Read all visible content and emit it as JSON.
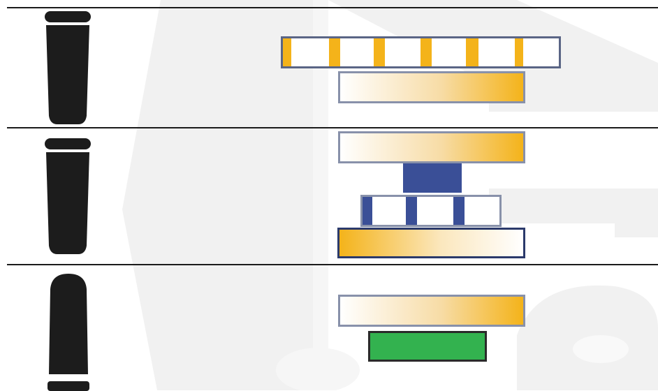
{
  "rows": [
    {
      "name": "row-1",
      "bars": [
        "striped-yellow",
        "gradient-right-yellow"
      ]
    },
    {
      "name": "row-2",
      "bars": [
        "gradient-right-yellow",
        "solid-blue-block",
        "striped-blue",
        "gradient-left-yellow"
      ]
    },
    {
      "name": "row-3",
      "bars": [
        "gradient-right-yellow",
        "solid-green"
      ]
    }
  ],
  "colors": {
    "yellow": "#f4b31a",
    "blue": "#3a4f97",
    "green": "#33b24f",
    "divider": "#1b1b1b",
    "tyre": "#1c1c1c",
    "bar_border": "#8891aa",
    "watermark": "#f0f0f0"
  },
  "icons": {
    "tyre": "tyre-silhouette-icon",
    "watermark": "background-logo-watermark"
  }
}
